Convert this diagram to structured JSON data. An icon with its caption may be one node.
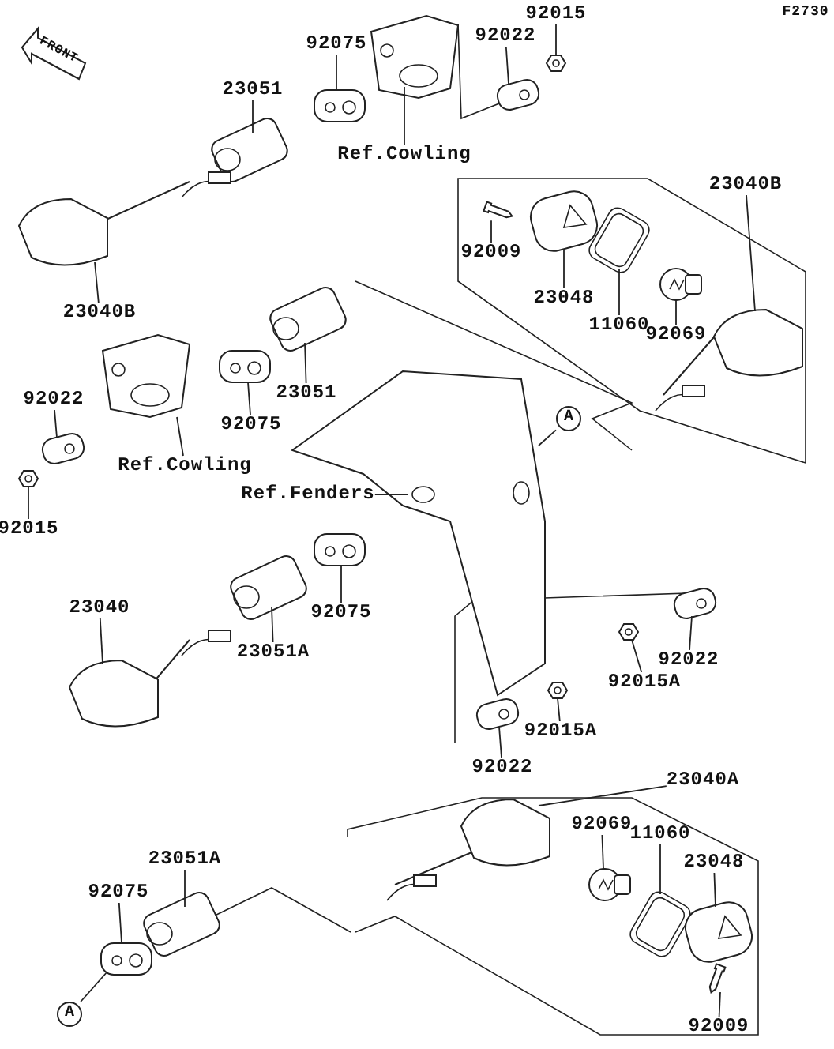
{
  "diagram": {
    "nodes": [
      {
        "text": [
          "92075"
        ]
      },
      {
        "text": [
          "92022"
        ]
      },
      {
        "text": [
          "92015"
        ]
      },
      {
        "text": [
          "23051"
        ]
      },
      {
        "text": [
          "Ref.Cowling"
        ]
      },
      {
        "text": [
          "23040B"
        ]
      },
      {
        "text": [
          "23040B"
        ]
      },
      {
        "text": [
          "92009"
        ]
      },
      {
        "text": [
          "23048"
        ]
      },
      {
        "text": [
          "11060"
        ]
      },
      {
        "text": [
          "92069"
        ]
      },
      {
        "text": [
          "92022"
        ]
      },
      {
        "text": [
          "92075"
        ]
      },
      {
        "text": [
          "23051"
        ]
      },
      {
        "text": [
          "Ref.Cowling"
        ]
      },
      {
        "text": [
          "92015"
        ]
      },
      {
        "text": [
          "A"
        ]
      },
      {
        "text": [
          "Ref.Fenders"
        ]
      },
      {
        "text": [
          "23040"
        ]
      },
      {
        "text": [
          "23051A"
        ]
      },
      {
        "text": [
          "92075"
        ]
      },
      {
        "text": [
          "92022"
        ]
      },
      {
        "text": [
          "92015A"
        ]
      },
      {
        "text": [
          "92022"
        ]
      },
      {
        "text": [
          "92015A"
        ]
      },
      {
        "text": [
          "23040A"
        ]
      },
      {
        "text": [
          "92069"
        ]
      },
      {
        "text": [
          "11060"
        ]
      },
      {
        "text": [
          "23048"
        ]
      },
      {
        "text": [
          "23051A"
        ]
      },
      {
        "text": [
          "92075"
        ]
      },
      {
        "text": [
          "92009"
        ]
      },
      {
        "text": [
          "A"
        ]
      },
      {
        "text": [],
        "shape": "picture"
      },
      {
        "text": [],
        "shape": "picture"
      },
      {
        "text": [],
        "shape": "picture"
      },
      {
        "text": [],
        "shape": "picture"
      },
      {
        "text": [],
        "shape": "picture"
      },
      {
        "text": [],
        "shape": "picture"
      },
      {
        "text": [],
        "shape": "picture"
      },
      {
        "text": [],
        "shape": "picture"
      },
      {
        "text": [],
        "shape": "picture"
      },
      {
        "text": [],
        "shape": "picture"
      },
      {
        "text": [],
        "shape": "picture"
      },
      {
        "text": [],
        "shape": "picture"
      },
      {
        "text": [],
        "shape": "picture"
      },
      {
        "text": [],
        "shape": "picture"
      },
      {
        "text": [],
        "shape": "picture"
      },
      {
        "text": [],
        "shape": "picture"
      },
      {
        "text": [],
        "shape": "picture"
      },
      {
        "text": [],
        "shape": "picture"
      },
      {
        "text": [],
        "shape": "picture"
      },
      {
        "text": [],
        "shape": "picture"
      },
      {
        "text": [],
        "shape": "picture"
      },
      {
        "text": [],
        "shape": "picture"
      },
      {
        "text": [],
        "shape": "picture"
      },
      {
        "text": [],
        "shape": "picture"
      },
      {
        "text": [],
        "shape": "picture"
      },
      {
        "text": [],
        "shape": "picture"
      },
      {
        "text": [],
        "shape": "picture"
      },
      {
        "text": [],
        "shape": "picture"
      },
      {
        "text": [],
        "shape": "picture"
      },
      {
        "text": [],
        "shape": "picture"
      },
      {
        "text": [],
        "shape": "picture"
      }
    ],
    "edges": [
      {
        "from": 0,
        "to": 33,
        "arrow": "none"
      },
      {
        "from": 1,
        "to": 34,
        "arrow": "none"
      },
      {
        "from": 2,
        "to": 35,
        "arrow": "none"
      },
      {
        "from": 3,
        "to": 36,
        "arrow": "none"
      },
      {
        "from": 4,
        "to": 37,
        "arrow": "none"
      },
      {
        "from": 5,
        "to": 38,
        "arrow": "none"
      },
      {
        "from": 6,
        "to": 39,
        "arrow": "none"
      },
      {
        "from": 7,
        "to": 40,
        "arrow": "none"
      },
      {
        "from": 8,
        "to": 41,
        "arrow": "none"
      },
      {
        "from": 9,
        "to": 42,
        "arrow": "none"
      },
      {
        "from": 10,
        "to": 43,
        "arrow": "none"
      },
      {
        "from": 11,
        "to": 44,
        "arrow": "none"
      },
      {
        "from": 12,
        "to": 45,
        "arrow": "none"
      },
      {
        "from": 13,
        "to": 46,
        "arrow": "none"
      },
      {
        "from": 14,
        "to": 47,
        "arrow": "none"
      },
      {
        "from": 15,
        "to": 48,
        "arrow": "none"
      },
      {
        "from": 16,
        "to": 49,
        "arrow": "none"
      },
      {
        "from": 17,
        "to": 49,
        "arrow": "none"
      },
      {
        "from": 18,
        "to": 50,
        "arrow": "none"
      },
      {
        "from": 19,
        "to": 51,
        "arrow": "none"
      },
      {
        "from": 20,
        "to": 52,
        "arrow": "none"
      },
      {
        "from": 21,
        "to": 53,
        "arrow": "none"
      },
      {
        "from": 22,
        "to": 54,
        "arrow": "none"
      },
      {
        "from": 23,
        "to": 55,
        "arrow": "none"
      },
      {
        "from": 24,
        "to": 56,
        "arrow": "none"
      },
      {
        "from": 25,
        "to": 57,
        "arrow": "none"
      },
      {
        "from": 26,
        "to": 58,
        "arrow": "none"
      },
      {
        "from": 27,
        "to": 59,
        "arrow": "none"
      },
      {
        "from": 28,
        "to": 60,
        "arrow": "none"
      },
      {
        "from": 29,
        "to": 61,
        "arrow": "none"
      },
      {
        "from": 30,
        "to": 62,
        "arrow": "none"
      },
      {
        "from": 31,
        "to": 63,
        "arrow": "none"
      },
      {
        "from": 32,
        "to": 62,
        "arrow": "none"
      }
    ],
    "labels": [
      "F2730",
      "FRONT"
    ]
  }
}
